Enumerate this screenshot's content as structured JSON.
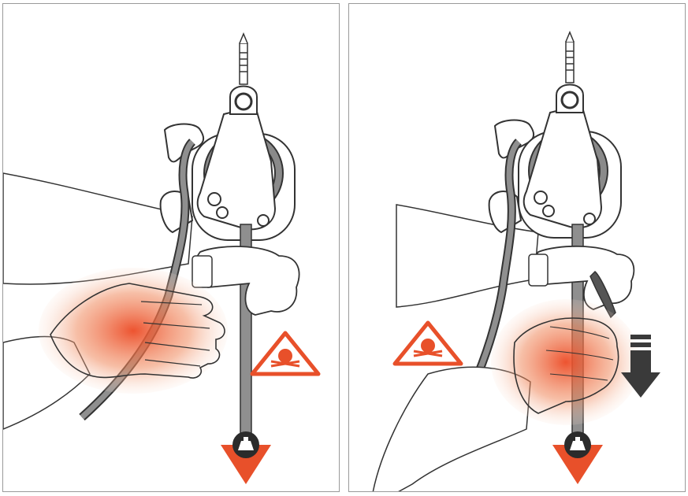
{
  "colors": {
    "danger": "#e8502a",
    "hand_glow": "#ec5a35",
    "rope": "#8f8f8f",
    "device": "#ffffff",
    "outline": "#333333",
    "arrow_gray": "#3a3a3a"
  },
  "panels": [
    {
      "id": "left",
      "description_icon": "skull-crossbones-warning",
      "hand_position": "free-hand-on-brake-strand",
      "load_arrow_icon": "weight-icon"
    },
    {
      "id": "right",
      "description_icon": "skull-crossbones-warning",
      "hand_position": "hand-gripping-loaded-strand",
      "load_arrow_icon": "weight-icon",
      "extra_arrow": "pull-down-arrow"
    }
  ]
}
